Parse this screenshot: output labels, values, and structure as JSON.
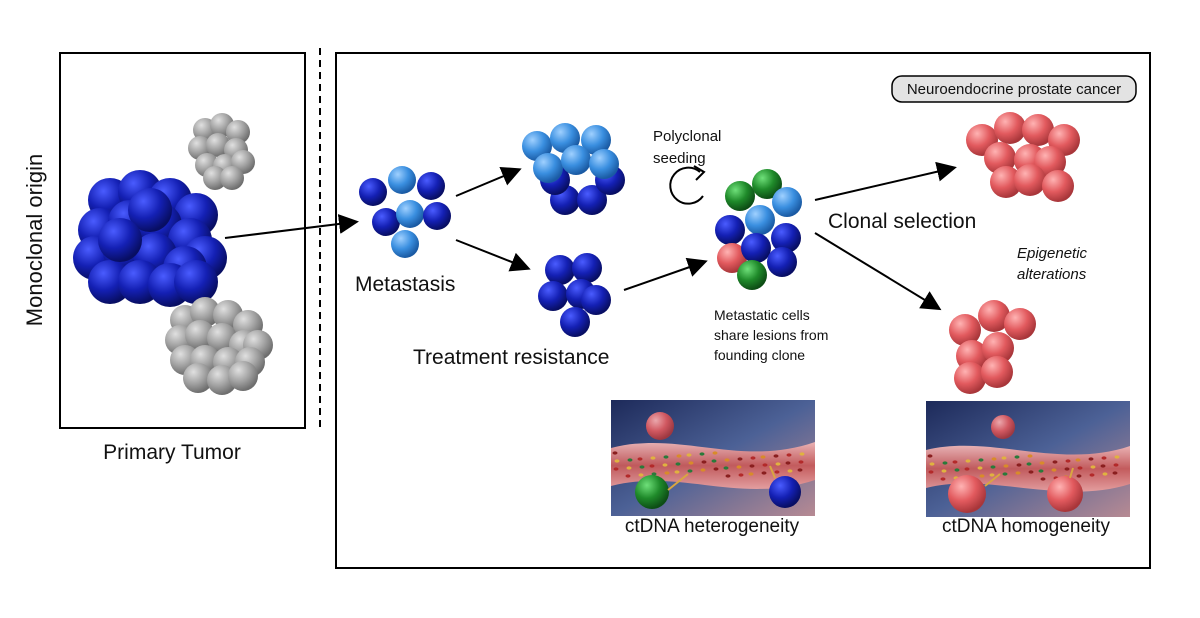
{
  "colors": {
    "dark_blue": "#1420b4",
    "light_blue": "#3a8fe0",
    "gray": "#a3a3a3",
    "green": "#1f8a2a",
    "red": "#e25a5e",
    "vessel": "#c65a5a"
  },
  "left_panel": {
    "side_label": "Monoclonal origin",
    "caption": "Primary Tumor"
  },
  "right_panel": {
    "metastasis_label": "Metastasis",
    "treatment_label": "Treatment resistance",
    "polyclonal_label_line1": "Polyclonal",
    "polyclonal_label_line2": "seeding",
    "clonal_selection_label": "Clonal selection",
    "epigenetic_line1": "Epigenetic",
    "epigenetic_line2": "alterations",
    "nepc_badge": "Neuroendocrine prostate cancer",
    "metastatic_note_line1": "Metastatic cells",
    "metastatic_note_line2": "share lesions from",
    "metastatic_note_line3": "founding clone",
    "ctdna_left_caption": "ctDNA heterogeneity",
    "ctdna_right_caption": "ctDNA homogeneity"
  },
  "icons": {
    "cycle": "circular-arrow-icon",
    "arrow": "arrow-icon"
  }
}
